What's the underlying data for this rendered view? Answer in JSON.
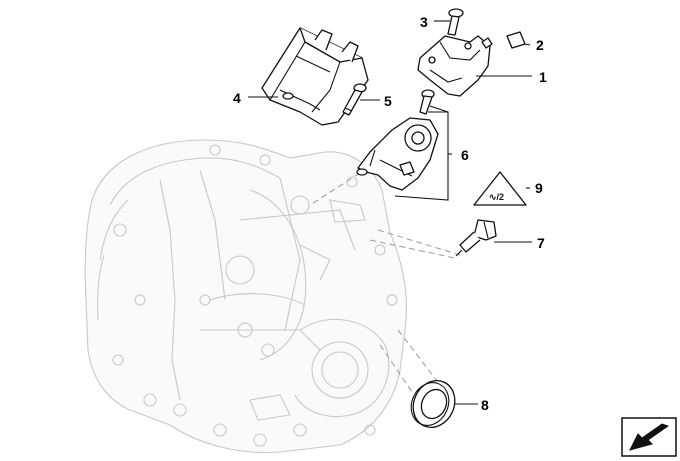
{
  "callouts": [
    {
      "id": "1",
      "label": "1"
    },
    {
      "id": "2",
      "label": "2"
    },
    {
      "id": "3",
      "label": "3"
    },
    {
      "id": "4",
      "label": "4"
    },
    {
      "id": "5",
      "label": "5"
    },
    {
      "id": "6",
      "label": "6"
    },
    {
      "id": "7",
      "label": "7"
    },
    {
      "id": "8",
      "label": "8"
    },
    {
      "id": "9",
      "label": "9"
    }
  ],
  "icons": {
    "warning_symbol": "triangle-sensor-icon",
    "nav_arrow": "arrow-down-left-icon"
  },
  "colors": {
    "ink": "#111111",
    "ghost": "#c8c8c8",
    "dashes": "#999999"
  }
}
